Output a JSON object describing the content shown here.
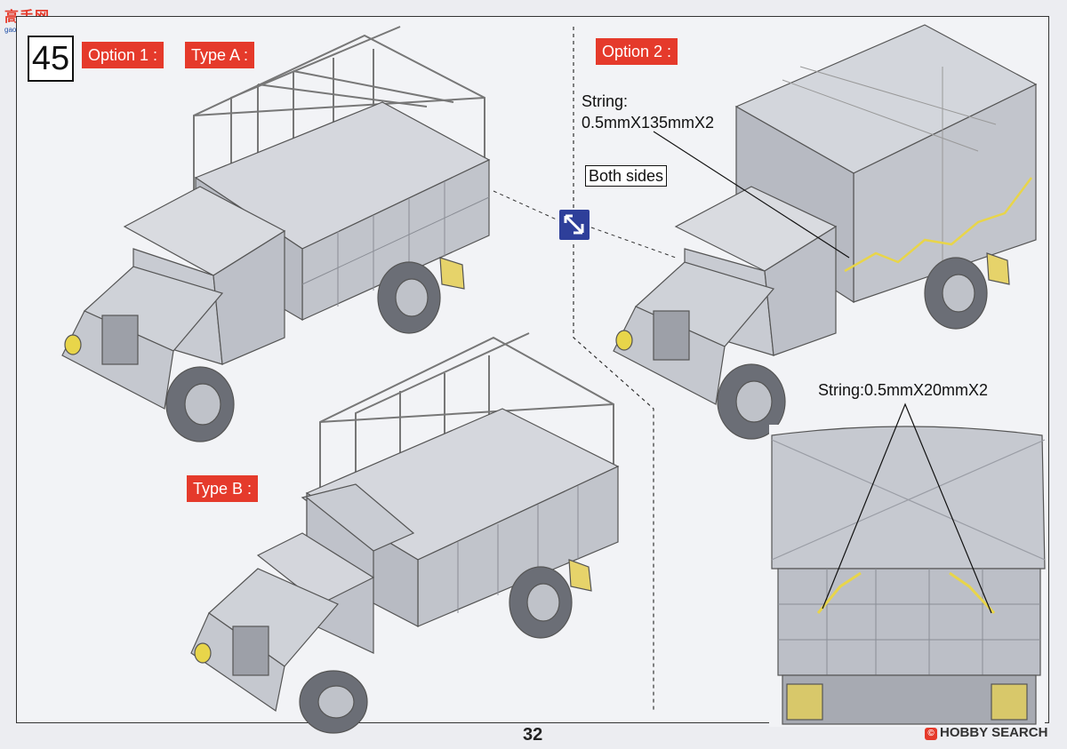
{
  "site_logo": {
    "text": "高手网",
    "url": "gao-shou.com"
  },
  "step": {
    "number": "45"
  },
  "labels": {
    "option1": "Option 1 :",
    "typeA": "Type A :",
    "typeB": "Type B :",
    "option2": "Option 2 :"
  },
  "notes": {
    "string1_line1": "String:",
    "string1_line2": "0.5mmX135mmX2",
    "both_sides": "Both sides",
    "string2": "String:0.5mmX20mmX2"
  },
  "footer": {
    "page_number": "32",
    "watermark": "HOBBY SEARCH",
    "watermark_mark": "©"
  },
  "colors": {
    "label_red": "#e53a2b",
    "model_grey": "#c9ccd3",
    "string_yellow": "#e8d54a",
    "arrow_icon_blue": "#2e3f9a"
  }
}
